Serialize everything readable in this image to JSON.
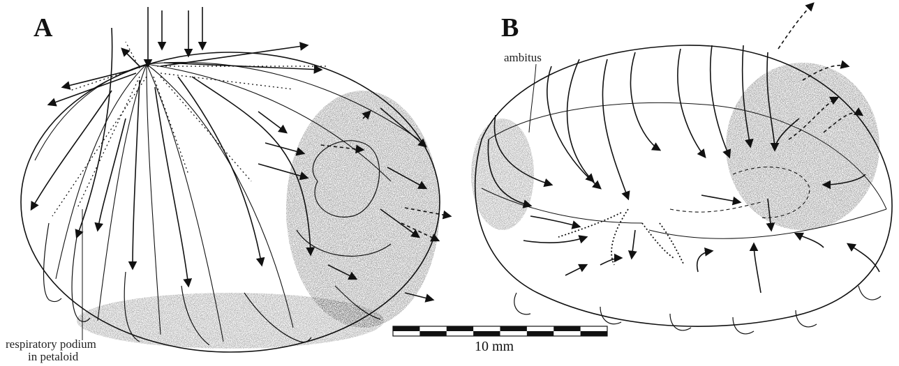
{
  "panels": {
    "a": {
      "letter": "A"
    },
    "b": {
      "letter": "B"
    }
  },
  "labels": {
    "respiratory_podium_line1": "respiratory podium",
    "respiratory_podium_line2": "in petaloid",
    "ambitus": "ambitus"
  },
  "scale_bar": {
    "label": "10 mm",
    "segments": 8
  },
  "colors": {
    "ink": "#111111",
    "stipple": "#555555"
  }
}
